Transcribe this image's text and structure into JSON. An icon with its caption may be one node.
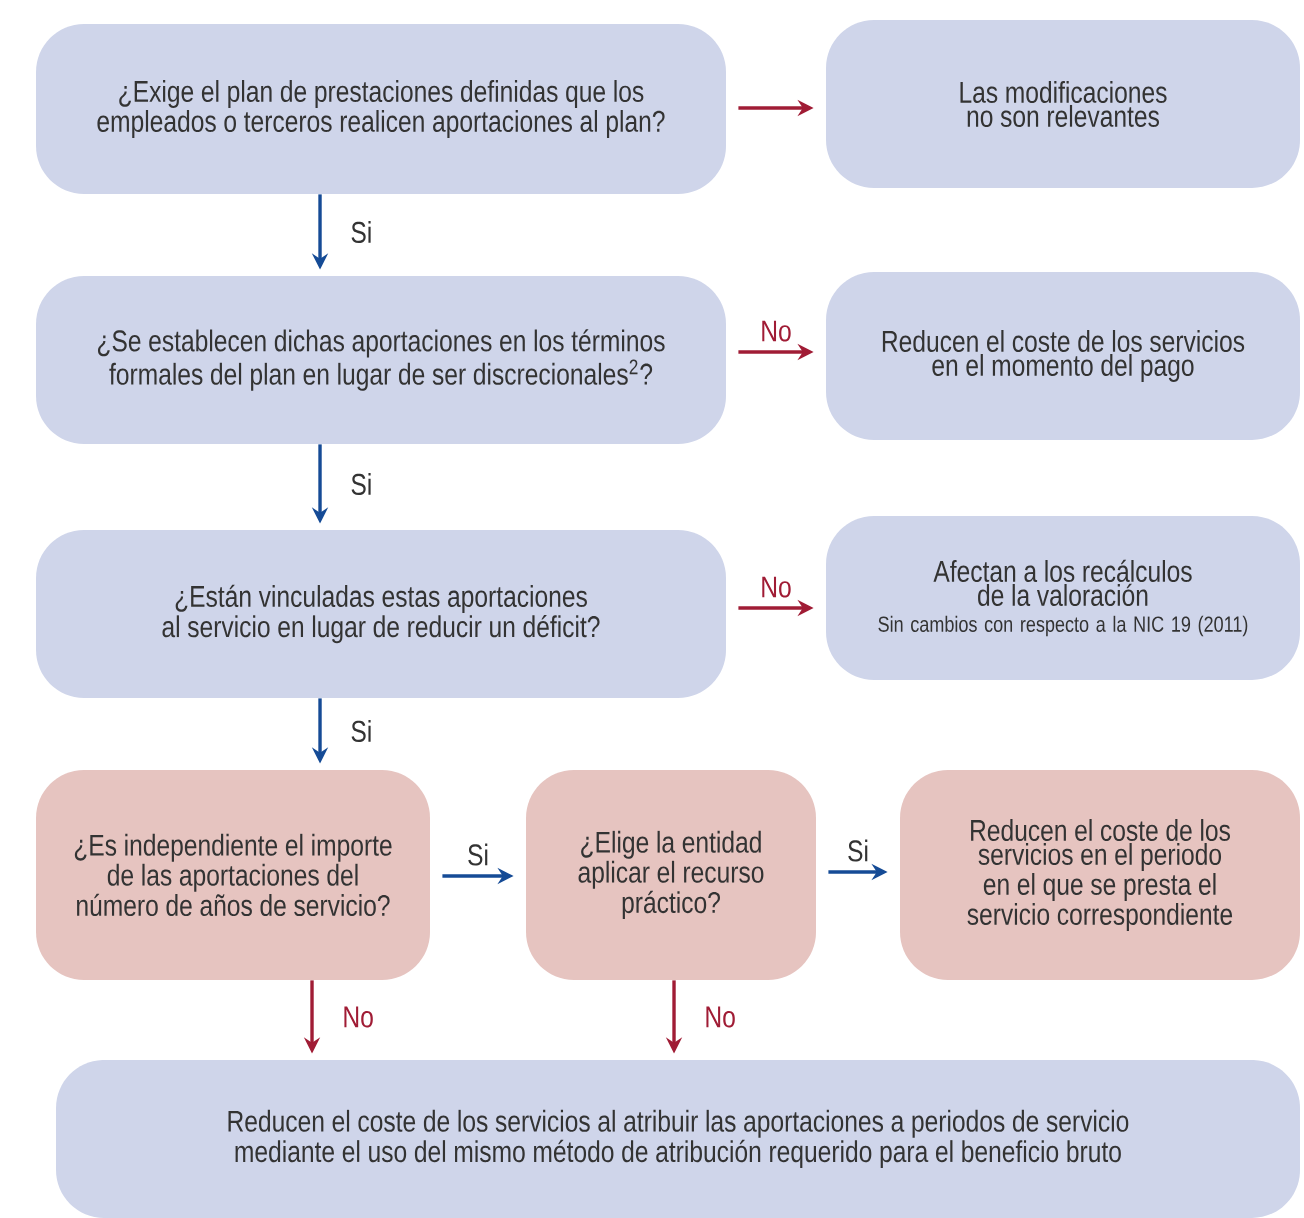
{
  "diagram": {
    "nodes": [
      {
        "text": [
          "¿Exige el plan de prestaciones definidas que los empleados o terceros realicen aportaciones al plan?"
        ]
      },
      {
        "text": [
          "Las modificaciones no son relevantes"
        ]
      },
      {
        "text": [
          "¿Se establecen dichas aportaciones en los términos formales del plan en lugar de ser discrecionales$^{2}$?"
        ]
      },
      {
        "text": [
          "Reducen el coste de los servicios en el momento del pago"
        ]
      },
      {
        "text": [
          "¿Están vinculadas estas aportaciones al servicio en lugar de reducir un déficit?"
        ]
      },
      {
        "text": [
          "Afectan a los recálculos de la valoración",
          "Sin cambios con respecto a la NIC 19 (2011)"
        ]
      },
      {
        "text": [
          "¿Es independiente el importe de las aportaciones del número de años de servicio?"
        ]
      },
      {
        "text": [
          "¿Elige la entidad aplicar el recurso práctico?"
        ]
      },
      {
        "text": [
          "Reducen el coste de los servicios en el periodo en el que se presta el servicio correspondiente"
        ]
      },
      {
        "text": [
          "Reducen el coste de los servicios al atribuir las aportaciones a periodos de servicio mediante el uso del mismo método de atribución requerido para el beneficio bruto"
        ]
      }
    ],
    "edges": [
      {
        "from": 0,
        "to": 1,
        "arrow": "to",
        "color": "#a01c35"
      },
      {
        "from": 0,
        "to": 2,
        "arrow": "to",
        "label": "Si",
        "color": "#154b96"
      },
      {
        "from": 2,
        "to": 3,
        "arrow": "to",
        "label": "No",
        "color": "#a01c35"
      },
      {
        "from": 2,
        "to": 4,
        "arrow": "to",
        "label": "Si",
        "color": "#154b96"
      },
      {
        "from": 4,
        "to": 5,
        "arrow": "to",
        "label": "No",
        "color": "#a01c35"
      },
      {
        "from": 4,
        "to": 6,
        "arrow": "to",
        "label": "Si",
        "color": "#154b96"
      },
      {
        "from": 6,
        "to": 7,
        "arrow": "to",
        "label": "Si",
        "color": "#154b96"
      },
      {
        "from": 7,
        "to": 8,
        "arrow": "to",
        "label": "Si",
        "color": "#154b96"
      },
      {
        "from": 6,
        "to": 9,
        "arrow": "to",
        "label": "No",
        "color": "#a01c35"
      },
      {
        "from": 7,
        "to": 9,
        "arrow": "to",
        "label": "No",
        "color": "#a01c35"
      }
    ]
  }
}
